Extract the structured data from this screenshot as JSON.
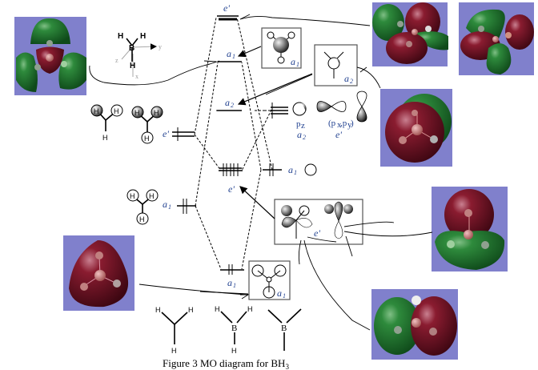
{
  "caption": "Figure 3 MO diagram for BH",
  "caption_subscript": "3",
  "molecule": {
    "name": "BH3",
    "central_atom": "B",
    "ligand_atom": "H"
  },
  "axes": {
    "x": "x",
    "y": "y",
    "z": "z"
  },
  "mo_levels": {
    "top_e_prime": "e'",
    "a1_prime_upper": "a",
    "a1_prime_upper_sub": "1",
    "a2_dprime": "a",
    "a2_dprime_sub": "2",
    "e_prime_bonding": "e'",
    "a1_prime_lower": "a",
    "a1_prime_lower_sub": "1"
  },
  "ligand_group_orbitals": {
    "e_prime": "e'",
    "a1_prime": "a",
    "a1_prime_sub": "1"
  },
  "boron_orbitals": {
    "pz_label": "p",
    "pz_sub": "z",
    "pz_sym": "a",
    "pz_sym_sub": "2",
    "pxpy_label": "(p",
    "px_sub": "x",
    "pxpy_sep": ",p",
    "py_sub": "y",
    "pxpy_close": ")",
    "pxpy_sym": "e'",
    "s_sym": "a",
    "s_sym_sub": "1"
  },
  "inset_boxes": {
    "a1_upper": "a",
    "a1_upper_sub": "1",
    "a2_dprime": "a",
    "a2_dprime_sub": "2",
    "e_prime": "e'",
    "a1_lower": "a",
    "a1_lower_sub": "1"
  },
  "mo_renders": [
    {
      "id": "a1-antibonding",
      "phases": [
        "green",
        "red"
      ]
    },
    {
      "id": "e-antibonding-1",
      "phases": [
        "green",
        "red"
      ]
    },
    {
      "id": "e-antibonding-2",
      "phases": [
        "green",
        "red"
      ]
    },
    {
      "id": "a2-nonbonding",
      "phases": [
        "red",
        "green"
      ]
    },
    {
      "id": "e-bonding",
      "phases": [
        "red",
        "green"
      ]
    },
    {
      "id": "e-bonding-2",
      "phases": [
        "green",
        "red"
      ]
    },
    {
      "id": "a1-bonding",
      "phases": [
        "red"
      ]
    }
  ],
  "colors": {
    "render_bg": "#8080cc",
    "phase_green": "#1f6b2a",
    "phase_red": "#6e1020",
    "symmetry_label": "#1f3f8f"
  }
}
